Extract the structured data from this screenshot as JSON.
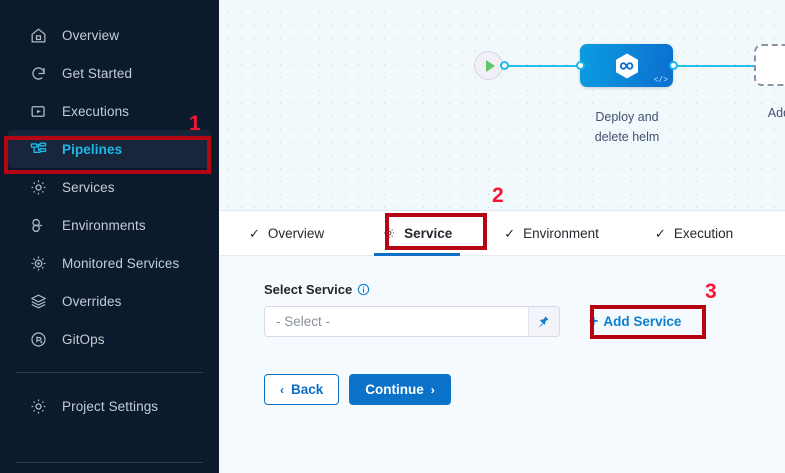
{
  "sidebar": {
    "items": [
      {
        "label": "Overview",
        "icon": "home-icon",
        "name": "overview",
        "active": false
      },
      {
        "label": "Get Started",
        "icon": "get-started-icon",
        "name": "get-started",
        "active": false
      },
      {
        "label": "Executions",
        "icon": "executions-icon",
        "name": "executions",
        "active": false
      },
      {
        "label": "Pipelines",
        "icon": "pipelines-icon",
        "name": "pipelines",
        "active": true
      },
      {
        "label": "Services",
        "icon": "gear-icon",
        "name": "services",
        "active": false
      },
      {
        "label": "Environments",
        "icon": "environments-icon",
        "name": "environments",
        "active": false
      },
      {
        "label": "Monitored Services",
        "icon": "monitored-gear-icon",
        "name": "monitored-services",
        "active": false
      },
      {
        "label": "Overrides",
        "icon": "layers-icon",
        "name": "overrides",
        "active": false
      },
      {
        "label": "GitOps",
        "icon": "gitops-icon",
        "name": "gitops",
        "active": false
      }
    ],
    "settings": {
      "label": "Project Settings",
      "icon": "gear-icon"
    },
    "colors": {
      "background": "#0b1b2d",
      "active_text": "#1fb6e8",
      "text": "#c5ccd6"
    }
  },
  "canvas": {
    "start_node": {
      "icon": "play-icon",
      "name": "pipeline-start"
    },
    "end_node": {
      "icon": "stop-icon",
      "name": "pipeline-end"
    },
    "stage": {
      "label": "Deploy and\ndelete helm",
      "label_line1": "Deploy and",
      "label_line2": "delete helm",
      "icon": "helm-hexagon-icon",
      "badge": "</>"
    },
    "add_stage": {
      "label": "Add Stage",
      "icon": "plus-icon"
    },
    "colors": {
      "connector": "#24c0eb",
      "stage_fill": "#0c7cd5"
    }
  },
  "tabs": [
    {
      "label": "Overview",
      "icon": "check-icon",
      "active": false
    },
    {
      "label": "Service",
      "icon": "gear-icon",
      "active": true
    },
    {
      "label": "Environment",
      "icon": "check-icon",
      "active": false
    },
    {
      "label": "Execution",
      "icon": "check-icon",
      "active": false
    }
  ],
  "form": {
    "select_service": {
      "label": "Select Service",
      "info_icon": "info-icon",
      "placeholder": "- Select -",
      "value": "- Select -",
      "pin_icon": "pin-icon"
    },
    "add_service": {
      "label": "Add Service",
      "plus": "+"
    },
    "buttons": {
      "back": {
        "label": "Back",
        "caret": "‹"
      },
      "continue": {
        "label": "Continue",
        "caret": "›"
      }
    }
  },
  "annotations": [
    {
      "number": "1",
      "target": "sidebar-item-pipelines"
    },
    {
      "number": "2",
      "target": "tab-service"
    },
    {
      "number": "3",
      "target": "add-service-button"
    }
  ],
  "theme": {
    "annotation_box": "#b50512",
    "annotation_number": "#fa1432",
    "accent_blue": "#0b72c9"
  }
}
